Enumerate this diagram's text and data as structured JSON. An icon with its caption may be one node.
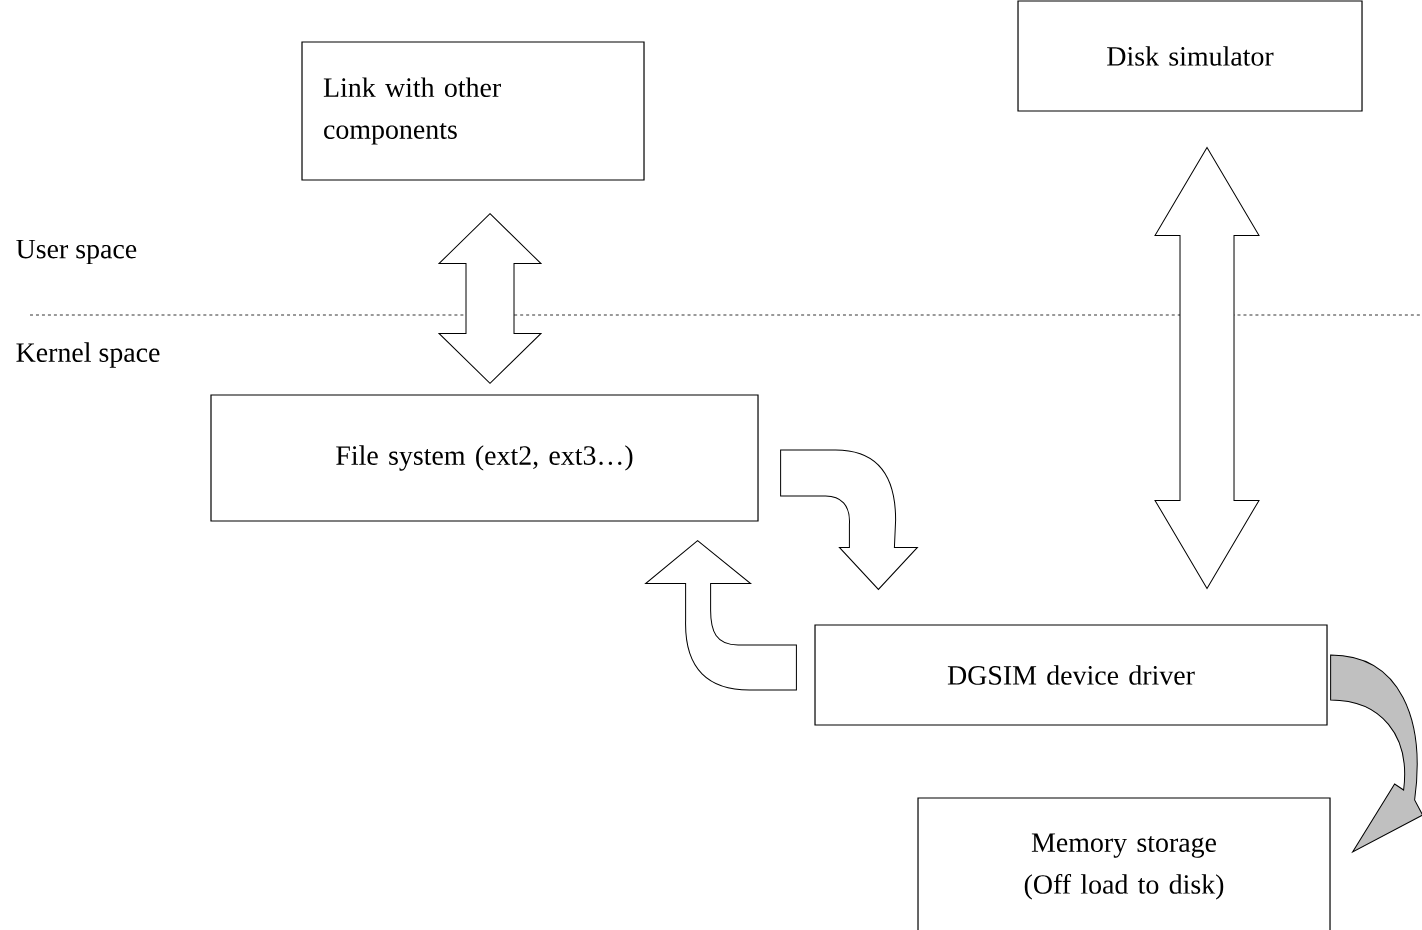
{
  "diagram": {
    "nodes": [
      {
        "text": [
          "Link with other components"
        ]
      },
      {
        "text": [
          "Disk simulator"
        ]
      },
      {
        "text": [
          "File system (ext2, ext3…)"
        ]
      },
      {
        "text": [
          "DGSIM device driver"
        ]
      },
      {
        "text": [
          "Memory storage (Off load to disk)"
        ]
      }
    ],
    "edges": [
      {
        "from": 0,
        "to": 2,
        "arrow": "both"
      },
      {
        "from": 1,
        "to": 3,
        "arrow": "both"
      },
      {
        "from": 2,
        "to": 3,
        "arrow": "to"
      },
      {
        "from": 3,
        "to": 2,
        "arrow": "to"
      },
      {
        "from": 3,
        "to": 4,
        "arrow": "to",
        "color": "#c0c0c0"
      }
    ],
    "labels": [
      "User space",
      "Kernel space"
    ]
  }
}
